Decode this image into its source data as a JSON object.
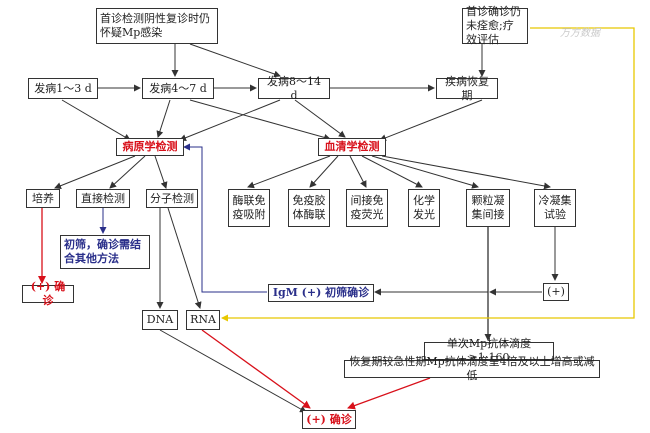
{
  "diagram": {
    "nodes": {
      "first_neg_top": "首诊检测阴性复诊时仍怀疑Mp感染",
      "first_not_cured": "首诊确诊仍未痊愈;疗效评估",
      "onset_1_3": "发病1～3 d",
      "onset_4_7": "发病4～7 d",
      "onset_8_14": "发病8～14 d",
      "recovery": "疾病恢复期",
      "pathogen": "病原学检测",
      "serology": "血清学检测",
      "culture": "培养",
      "direct": "直接检测",
      "molecular": "分子检测",
      "screening_note": "初筛，确诊需结合其他方法",
      "confirm_left": "(+) 确诊",
      "elisa": "酶联免疫吸附",
      "immunochrom": "免疫胶体酶联",
      "indirect_if": "间接免疫荧光",
      "chemilum": "化学发光",
      "particle_agg": "颗粒凝集间接",
      "cold_agg": "冷凝集试验",
      "plus": "(+)",
      "igm": "IgM (+) 初筛确诊",
      "dna": "DNA",
      "rna": "RNA",
      "single_titer": "单次Mp抗体滴度≥1:160",
      "recovery_titer": "恢复期较急性期Mp抗体滴度呈4倍及以上增高或减低",
      "confirm_bottom": "(+) 确诊"
    },
    "watermark": "万方数据"
  }
}
